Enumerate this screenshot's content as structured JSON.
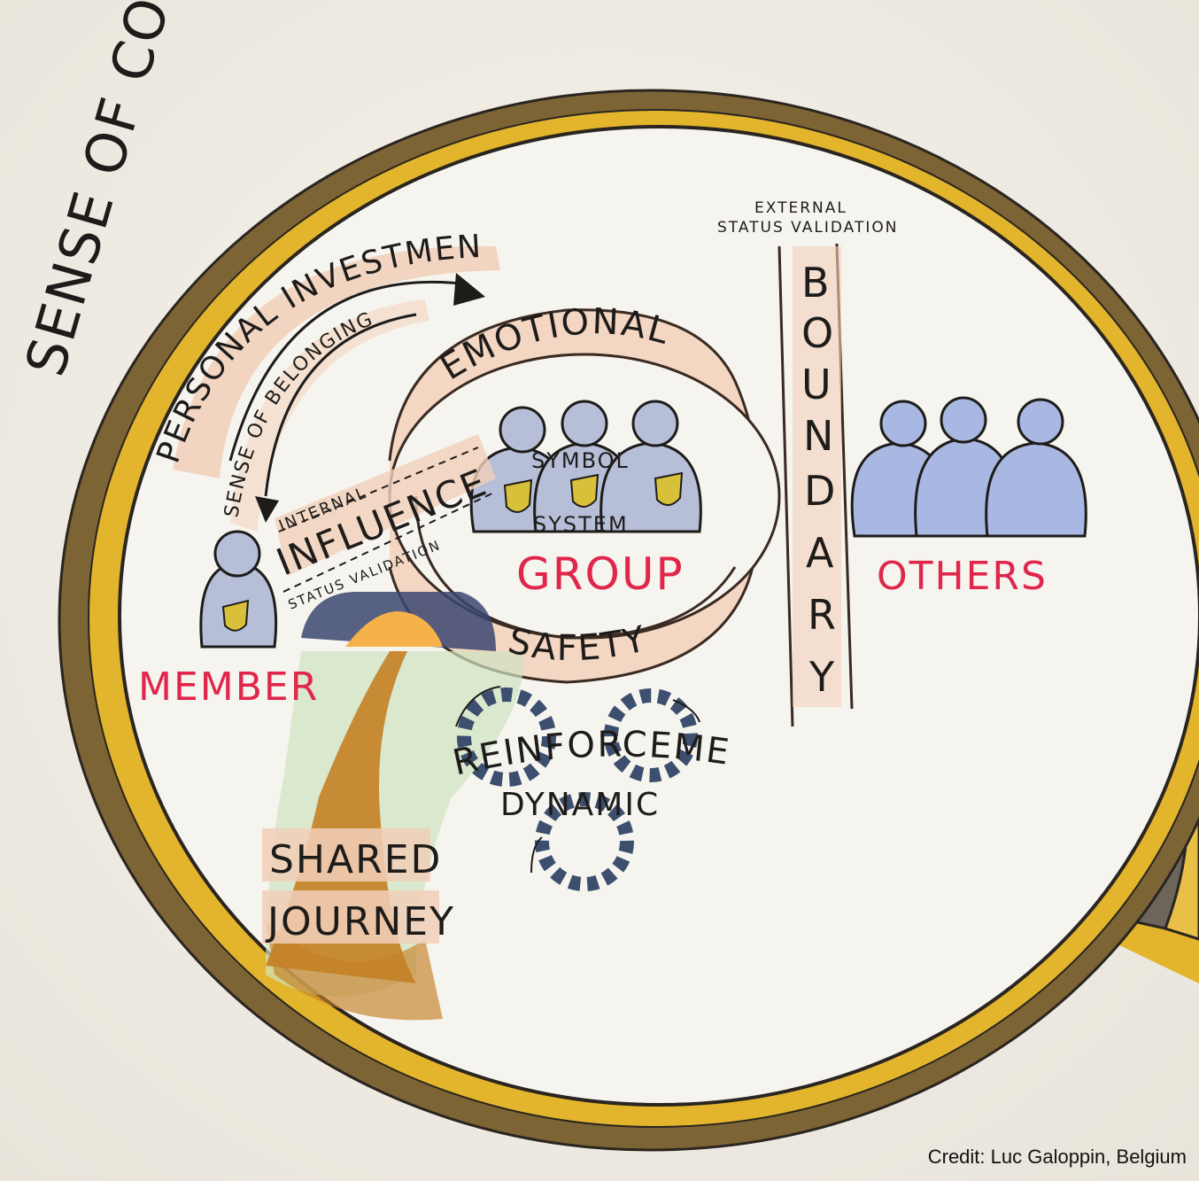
{
  "title": "SENSE OF COMMUNITY",
  "labels": {
    "personal_investment": "PERSONAL INVESTMENT",
    "sense_of_belonging": "SENSE OF BELONGING",
    "emotional": "EMOTIONAL",
    "safety": "SAFETY",
    "group": "GROUP",
    "symbol": "SYMBOL",
    "system": "SYSTEM",
    "internal": "INTERNAL",
    "influence": "INFLUENCE",
    "status_validation": "STATUS VALIDATION",
    "member": "MEMBER",
    "boundary": "BOUNDARY",
    "external_line1": "EXTERNAL",
    "external_line2": "STATUS VALIDATION",
    "others": "OTHERS",
    "reinforcement": "REINFORCEMENT",
    "dynamic": "DYNAMIC",
    "shared": "SHARED",
    "journey": "JOURNEY"
  },
  "credit": "Credit: Luc Galoppin, Belgium",
  "colors": {
    "paper": "#f3efe6",
    "lens_rim": "#e3b52c",
    "rim_shadow": "#7d6434",
    "red_text": "#e0264a",
    "figure": "#b7bfd8",
    "gear": "#3d4f6e",
    "path": "#c47f25",
    "ribbon": "#f1cfb9"
  }
}
